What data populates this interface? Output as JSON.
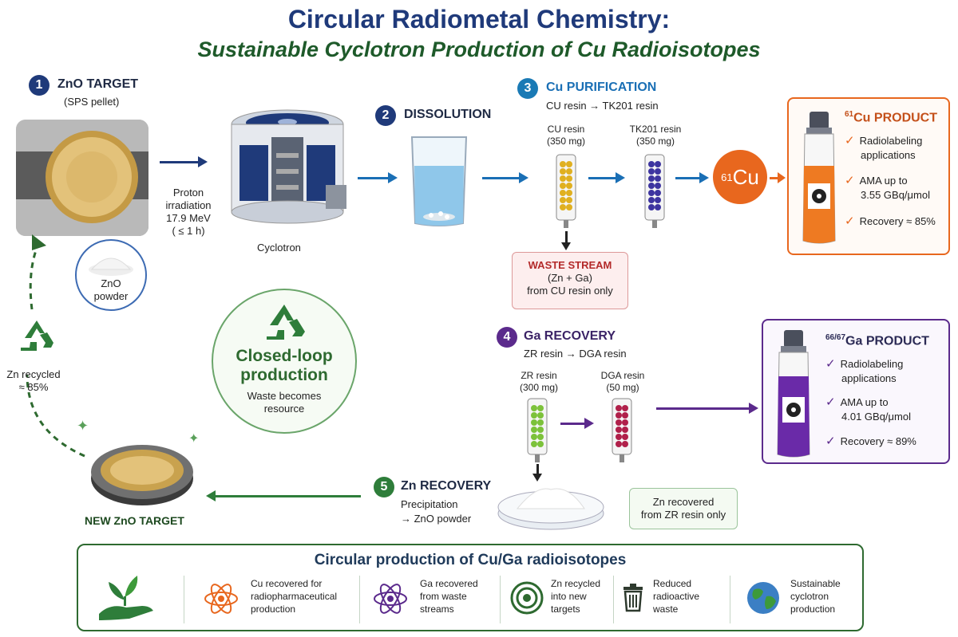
{
  "title": "Circular Radiometal Chemistry:",
  "subtitle": "Sustainable Cyclotron Production of Cu Radioisotopes",
  "step1": {
    "num": "1",
    "title": "ZnO TARGET",
    "sub": "(SPS pellet)",
    "powder1": "ZnO",
    "powder2": "powder"
  },
  "irradiation": {
    "l1": "Proton",
    "l2": "irradiation",
    "l3": "17.9 MeV",
    "l4": "( ≤ 1 h)"
  },
  "cyclotron": "Cyclotron",
  "step2": {
    "num": "2",
    "title": "DISSOLUTION"
  },
  "step3": {
    "num": "3",
    "title": "Cu PURIFICATION",
    "sub": "CU resin → TK201 resin",
    "resinA_1": "CU resin",
    "resinA_2": "(350 mg)",
    "resinB_1": "TK201 resin",
    "resinB_2": "(350 mg)"
  },
  "cu_circle": {
    "sup": "61",
    "el": "Cu"
  },
  "cu_product": {
    "sup": "61",
    "title": "Cu PRODUCT",
    "b1a": "Radiolabeling",
    "b1b": "applications",
    "b2a": "AMA up to",
    "b2b": "3.55 GBq/μmol",
    "b3": "Recovery ≈ 85%"
  },
  "waste": {
    "l1": "WASTE STREAM",
    "l2": "(Zn + Ga)",
    "l3": "from CU resin only"
  },
  "closed_loop": {
    "l1": "Closed-loop",
    "l2": "production",
    "l3": "Waste becomes",
    "l4": "resource"
  },
  "step4": {
    "num": "4",
    "title": "Ga RECOVERY",
    "sub": "ZR resin → DGA resin",
    "resinA_1": "ZR resin",
    "resinA_2": "(300 mg)",
    "resinB_1": "DGA resin",
    "resinB_2": "(50 mg)"
  },
  "ga_product": {
    "sup": "66/67",
    "title": "Ga PRODUCT",
    "b1a": "Radiolabeling",
    "b1b": "applications",
    "b2a": "AMA up to",
    "b2b": "4.01 GBq/μmol",
    "b3": "Recovery ≈ 89%"
  },
  "zn_recycled": {
    "l1": "Zn recycled",
    "l2": "≈ 85%"
  },
  "new_target": "NEW ZnO TARGET",
  "step5": {
    "num": "5",
    "title": "Zn RECOVERY",
    "l1": "Precipitation",
    "l2": "→ ZnO powder"
  },
  "zn_box": {
    "l1": "Zn recovered",
    "l2": "from ZR resin only"
  },
  "bottom": {
    "title": "Circular production of Cu/Ga radioisotopes",
    "items": [
      {
        "l1": "Cu recovered for",
        "l2": "radiopharmaceutical",
        "l3": "production"
      },
      {
        "l1": "Ga recovered",
        "l2": "from waste",
        "l3": "streams"
      },
      {
        "l1": "Zn recycled",
        "l2": "into new",
        "l3": "targets"
      },
      {
        "l1": "Reduced",
        "l2": "radioactive",
        "l3": "waste"
      },
      {
        "l1": "Sustainable",
        "l2": "cyclotron",
        "l3": "production"
      }
    ]
  },
  "colors": {
    "navy": "#1f3a7a",
    "green": "#2e7d3a",
    "orange": "#e8671e",
    "purple": "#5b2a8c",
    "blue": "#1a6fb5"
  }
}
